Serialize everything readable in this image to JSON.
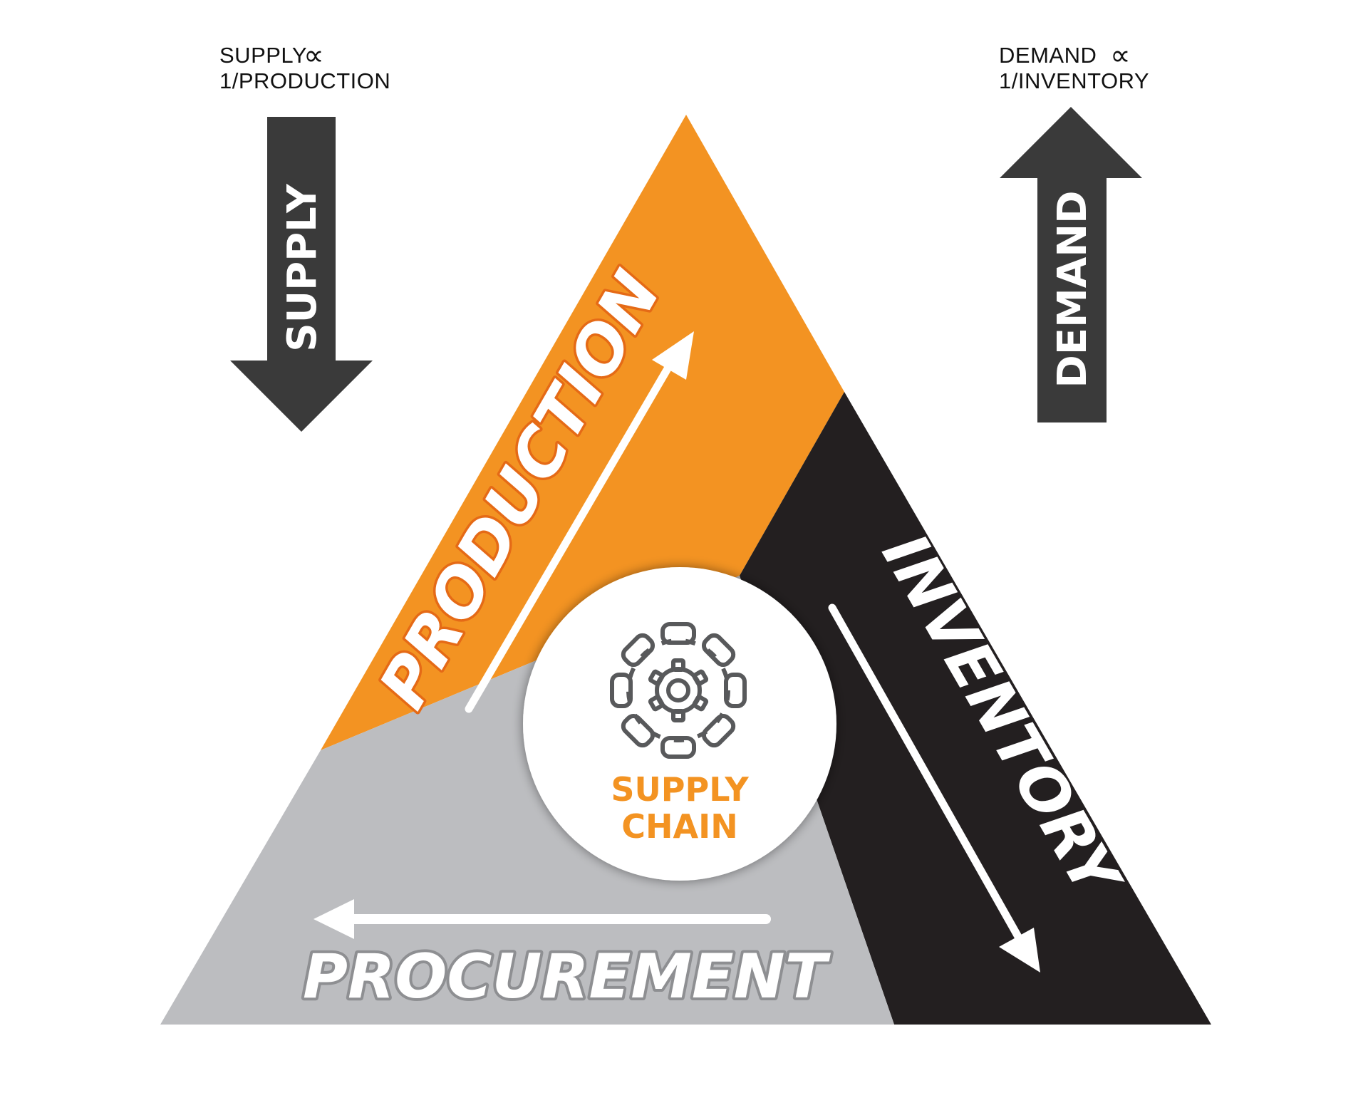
{
  "top_left": {
    "line1": "SUPPLY",
    "line2": "1/PRODUCTION",
    "symbol": "∝"
  },
  "top_right": {
    "line1": "DEMAND",
    "line2": "1/INVENTORY",
    "symbol": "∝"
  },
  "supply_arrow": {
    "label": "SUPPLY",
    "direction": "down"
  },
  "demand_arrow": {
    "label": "DEMAND",
    "direction": "up"
  },
  "sections": {
    "production": {
      "label": "PRODUCTION",
      "color": "#F39322"
    },
    "inventory": {
      "label": "INVENTORY",
      "color": "#231F20"
    },
    "procurement": {
      "label": "PROCUREMENT",
      "color": "#BCBDC0"
    }
  },
  "center": {
    "line1": "SUPPLY",
    "line2": "CHAIN",
    "icon": "chain-gear-icon",
    "text_color": "#F39322"
  },
  "colors": {
    "arrow_gray": "#3A3A3A",
    "white": "#FFFFFF"
  }
}
